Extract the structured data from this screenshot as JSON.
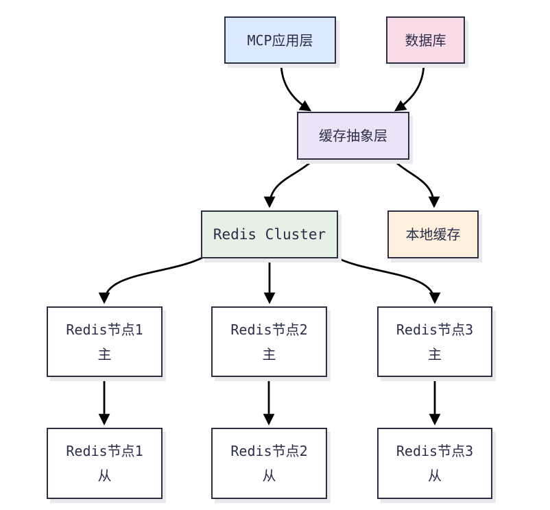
{
  "diagram": {
    "nodes": {
      "app": {
        "label": "MCP应用层"
      },
      "db": {
        "label": "数据库"
      },
      "cache": {
        "label": "缓存抽象层"
      },
      "cluster": {
        "label": "Redis Cluster"
      },
      "local": {
        "label": "本地缓存"
      },
      "m1": {
        "line1": "Redis节点1",
        "line2": "主"
      },
      "m2": {
        "line1": "Redis节点2",
        "line2": "主"
      },
      "m3": {
        "line1": "Redis节点3",
        "line2": "主"
      },
      "s1": {
        "line1": "Redis节点1",
        "line2": "从"
      },
      "s2": {
        "line1": "Redis节点2",
        "line2": "从"
      },
      "s3": {
        "line1": "Redis节点3",
        "line2": "从"
      }
    },
    "edges": [
      {
        "from": "app",
        "to": "cache"
      },
      {
        "from": "db",
        "to": "cache"
      },
      {
        "from": "cache",
        "to": "cluster"
      },
      {
        "from": "cache",
        "to": "local"
      },
      {
        "from": "cluster",
        "to": "m1"
      },
      {
        "from": "cluster",
        "to": "m2"
      },
      {
        "from": "cluster",
        "to": "m3"
      },
      {
        "from": "m1",
        "to": "s1"
      },
      {
        "from": "m2",
        "to": "s2"
      },
      {
        "from": "m3",
        "to": "s3"
      }
    ]
  },
  "colors": {
    "app": "#dbeafe",
    "db": "#fadce8",
    "cache": "#ece3f7",
    "cluster": "#e5f1e4",
    "local": "#fdf1dd",
    "plain": "#ffffff",
    "border": "#2d2d42",
    "text": "#2b2b4a",
    "arrow": "#000000",
    "shadow": "#e9e9ee"
  }
}
